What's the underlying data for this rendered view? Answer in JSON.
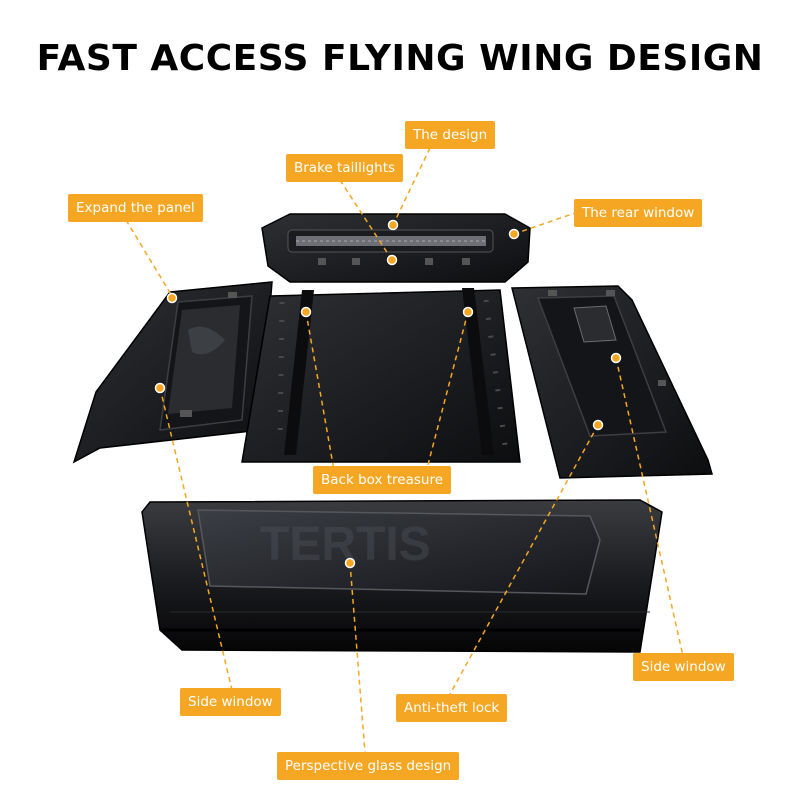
{
  "title": "FAST ACCESS FLYING WING DESIGN",
  "accent_color": "#f5a623",
  "watermark": "TERTIS",
  "callouts": {
    "the_design": "The design",
    "brake_taillights": "Brake taillights",
    "expand_panel": "Expand the panel",
    "rear_window": "The rear window",
    "back_box": "Back box treasure",
    "side_window_right": "Side window",
    "side_window_left": "Side window",
    "anti_theft": "Anti-theft lock",
    "perspective_glass": "Perspective glass design"
  }
}
